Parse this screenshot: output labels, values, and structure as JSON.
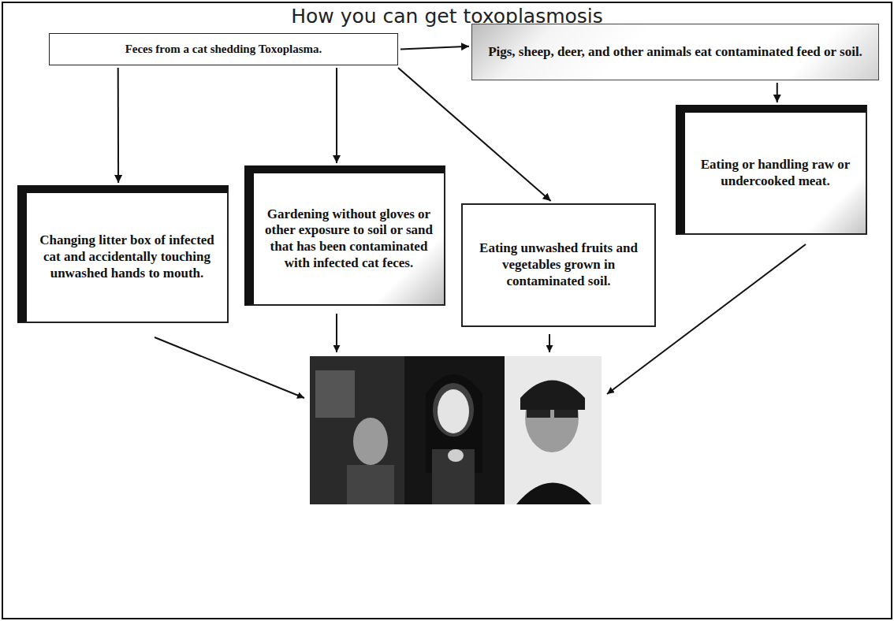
{
  "diagram": {
    "title": "How you can get toxoplasmosis",
    "nodes": [
      {
        "text": [
          "Feces from a cat shedding Toxoplasma."
        ]
      },
      {
        "text": [
          "Pigs, sheep, deer, and other animals eat contaminated feed or soil."
        ]
      },
      {
        "text": [
          "Changing litter box of infected cat and accidentally touching unwashed hands to mouth."
        ]
      },
      {
        "text": [
          "Gardening without gloves or other exposure to soil or sand that has been contaminated with infected cat feces."
        ]
      },
      {
        "text": [
          "Eating unwashed fruits and vegetables grown in contaminated soil."
        ]
      },
      {
        "text": [
          "Eating or handling raw or undercooked meat."
        ]
      }
    ],
    "edges": [
      {
        "from": 0,
        "to": 2,
        "arrow": "to"
      },
      {
        "from": 0,
        "to": 3,
        "arrow": "to"
      },
      {
        "from": 0,
        "to": 4,
        "arrow": "to"
      },
      {
        "from": 0,
        "to": 1,
        "arrow": "to"
      },
      {
        "from": 1,
        "to": 5,
        "arrow": "to"
      }
    ]
  }
}
